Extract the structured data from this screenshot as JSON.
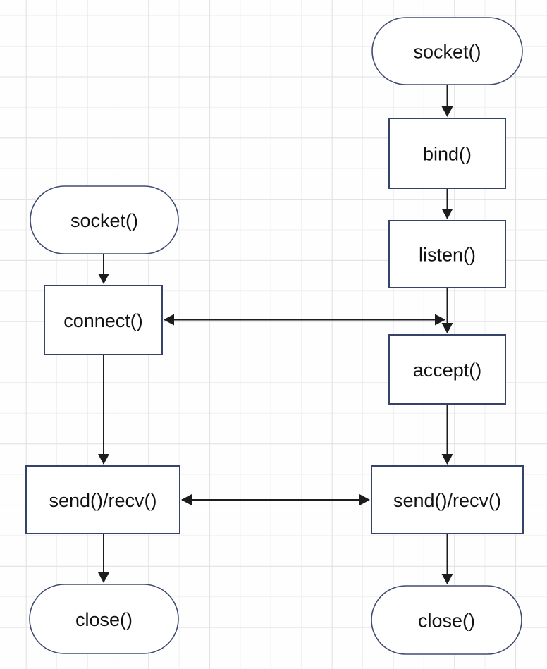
{
  "diagram": {
    "kind": "flowchart",
    "colors": {
      "node_border_rect": "#364368",
      "node_border_stadium": "#404c72",
      "node_fill": "#ffffff",
      "arrow": "#1c1c1c",
      "text": "#111111",
      "grid_minor": "#f0f0f0",
      "grid_major": "#e2e2e2",
      "background": "#fefefe"
    },
    "server_column": {
      "socket_label": "socket()",
      "bind_label": "bind()",
      "listen_label": "listen()",
      "accept_label": "accept()",
      "send_recv_label": "send()/recv()",
      "close_label": "close()"
    },
    "client_column": {
      "socket_label": "socket()",
      "connect_label": "connect()",
      "send_recv_label": "send()/recv()",
      "close_label": "close()"
    }
  }
}
